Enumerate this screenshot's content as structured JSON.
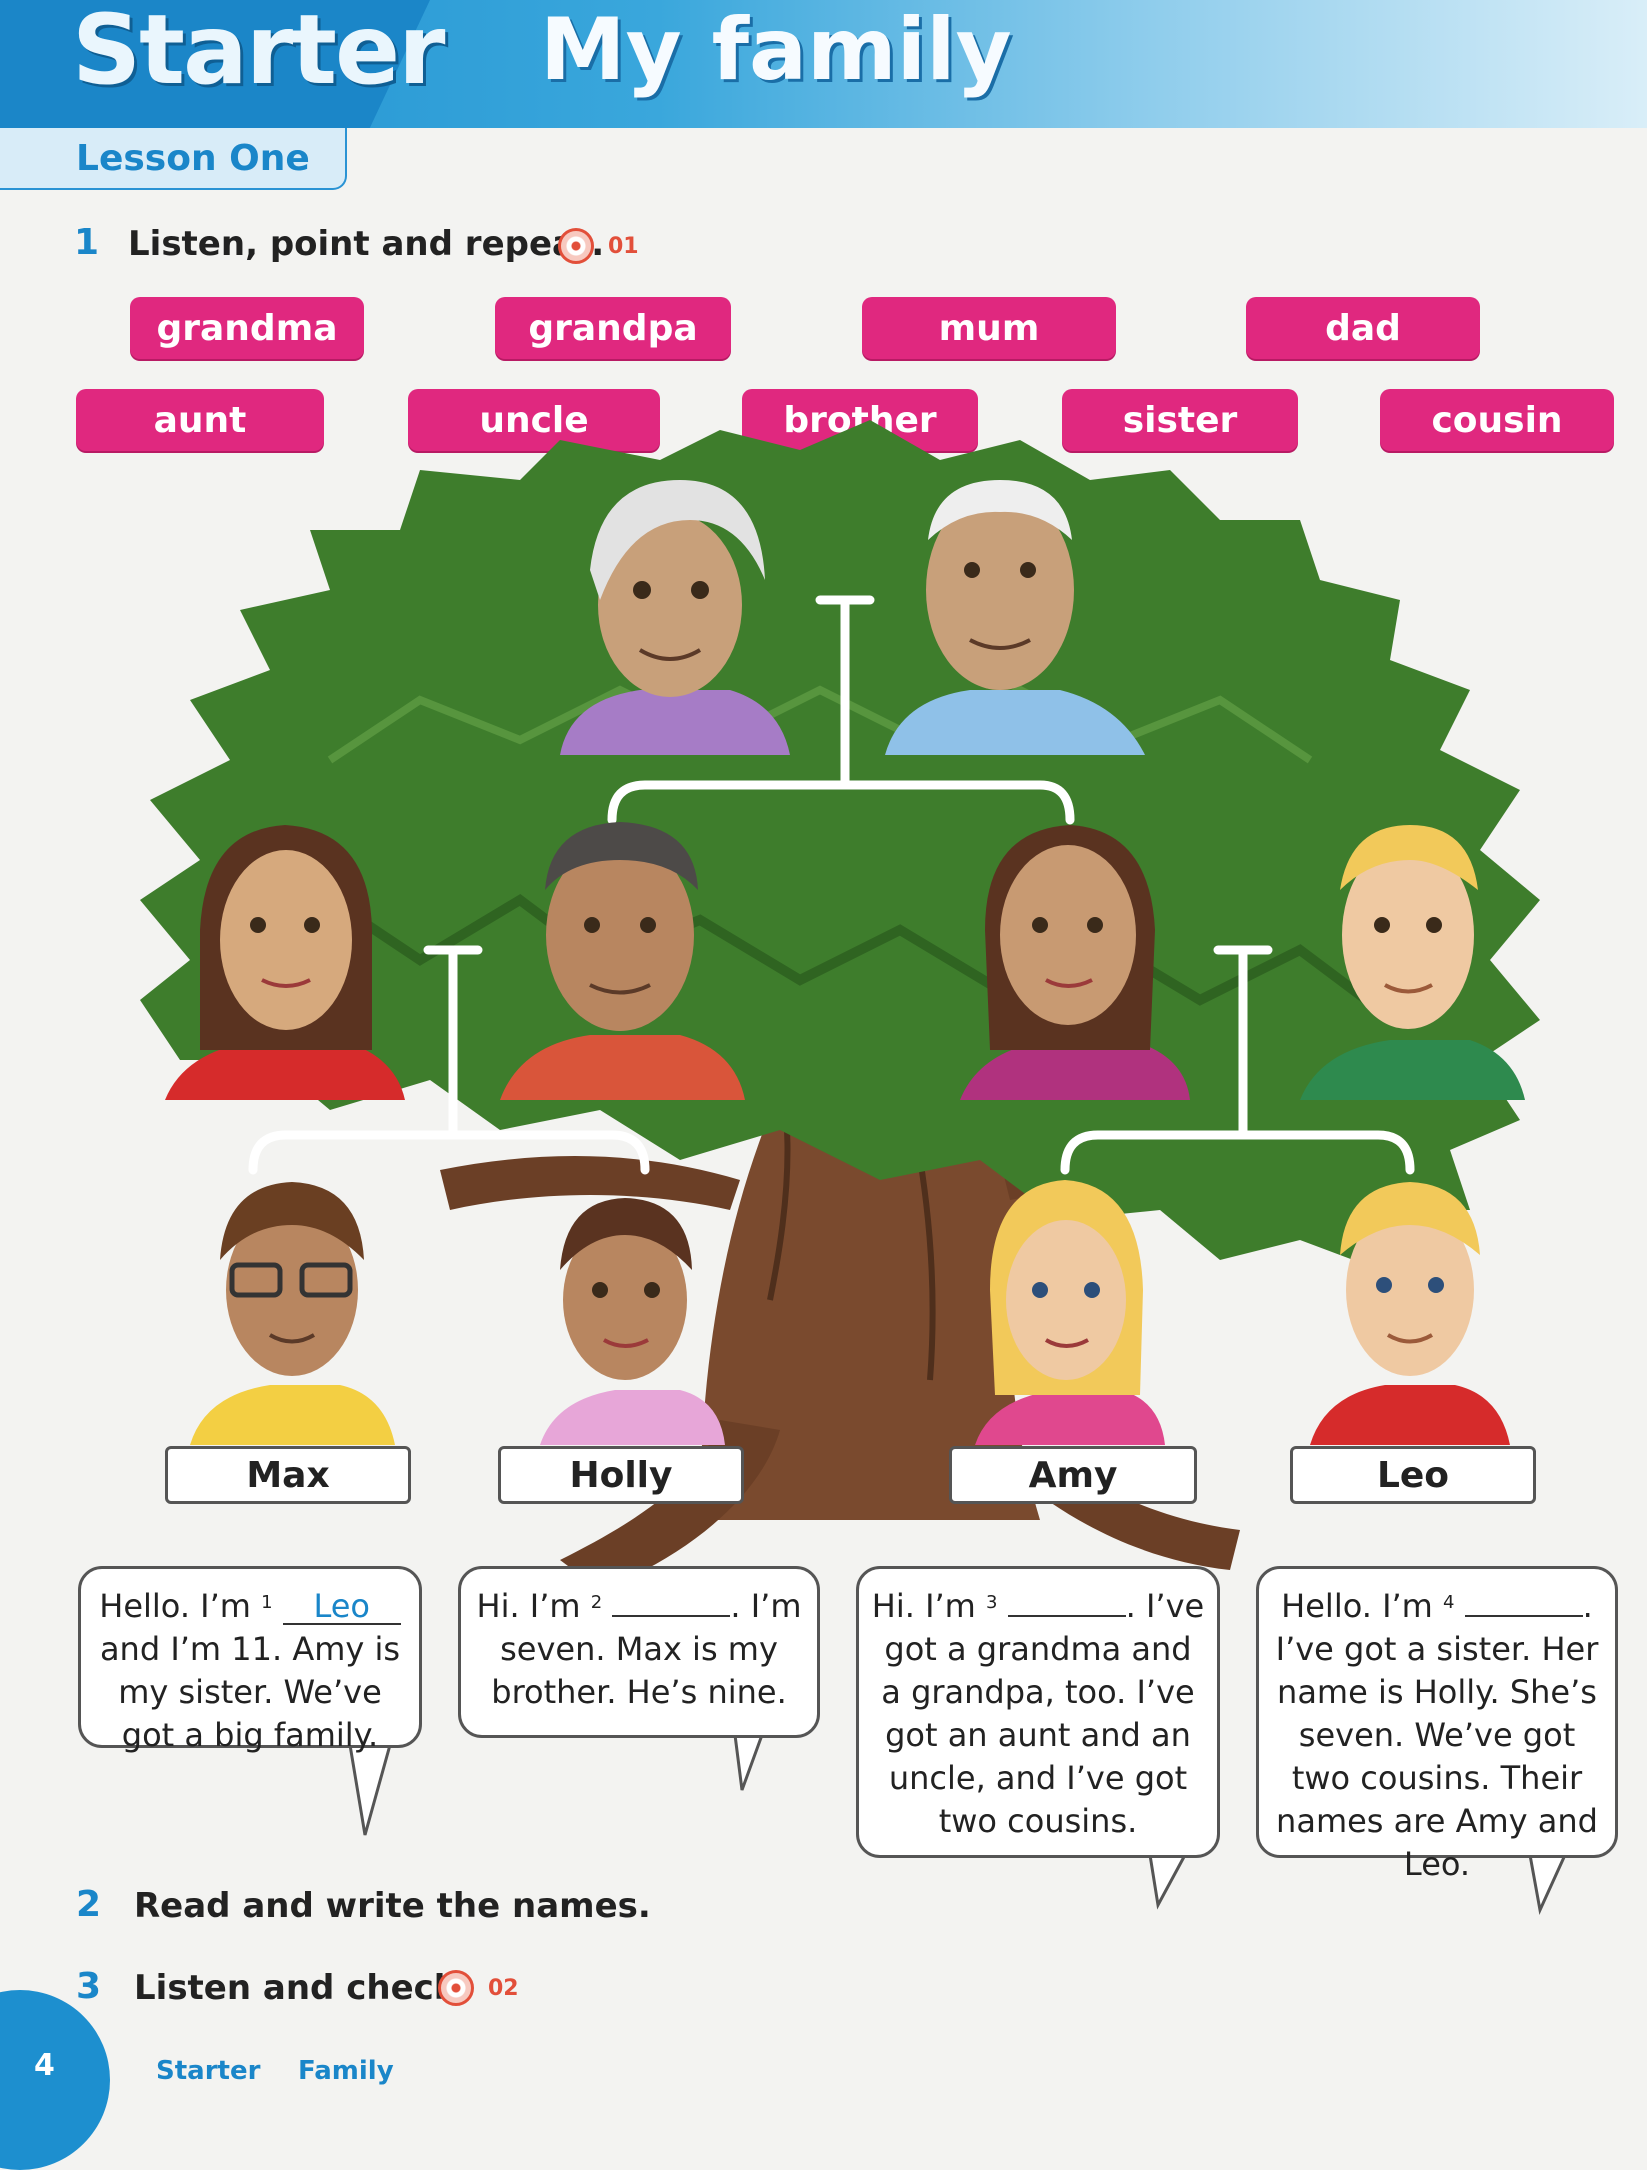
{
  "header": {
    "unit_label": "Starter",
    "title": "My family",
    "lesson": "Lesson One"
  },
  "exercise1": {
    "number": "1",
    "instruction": "Listen, point and repeat.",
    "track": "01",
    "words": [
      "grandma",
      "grandpa",
      "mum",
      "dad",
      "aunt",
      "uncle",
      "brother",
      "sister",
      "cousin"
    ]
  },
  "tree": {
    "name_labels": [
      "Max",
      "Holly",
      "Amy",
      "Leo"
    ],
    "colors": {
      "foliage": "#3e7d2c",
      "trunk": "#7a4a2e",
      "connector": "#ffffff"
    }
  },
  "bubbles": [
    {
      "greeting": "Hello. I’m",
      "num": "1",
      "answer": "Leo",
      "text": "and I’m 11. Amy is my sister. We’ve got a big family."
    },
    {
      "greeting": "Hi. I’m",
      "num": "2",
      "answer": "",
      "text": "I’m seven. Max is my brother. He’s nine."
    },
    {
      "greeting": "Hi. I’m",
      "num": "3",
      "answer": "",
      "text": "I’ve got a grandma and a grandpa, too. I’ve got an aunt and an uncle, and I’ve got two cousins."
    },
    {
      "greeting": "Hello. I’m",
      "num": "4",
      "answer": "",
      "text": "I’ve got a sister. Her name is Holly. She’s seven. We’ve got two cousins. Their names are Amy and Leo."
    }
  ],
  "exercise2": {
    "number": "2",
    "instruction": "Read and write the names."
  },
  "exercise3": {
    "number": "3",
    "instruction": "Listen and check.",
    "track": "02"
  },
  "footer": {
    "page": "4",
    "unit": "Starter",
    "topic": "Family"
  }
}
